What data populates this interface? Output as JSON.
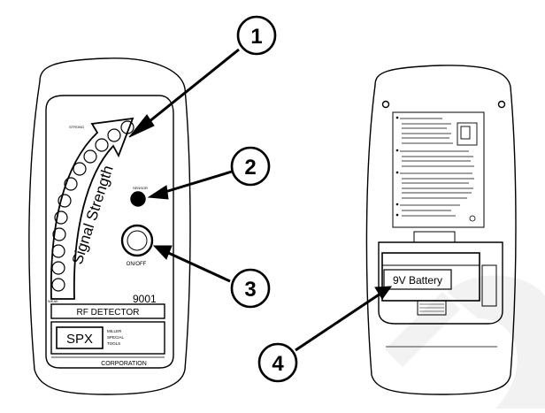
{
  "front": {
    "signal_label": "Signal Strength",
    "model_number": "9001",
    "product_name": "RF DETECTOR",
    "brand_logo": "SPX",
    "brand_sub_lines": [
      "MILLER",
      "SPECIAL",
      "TOOLS"
    ],
    "company": "CORPORATION",
    "led_label_top": "STRONG",
    "led_label_bottom": "WEAK",
    "sensor_label": "SENSOR",
    "power_label": "ON/OFF"
  },
  "back": {
    "battery_label": "9V Battery"
  },
  "callouts": [
    "1",
    "2",
    "3",
    "4"
  ],
  "watermark_color": "#f2f2f2"
}
